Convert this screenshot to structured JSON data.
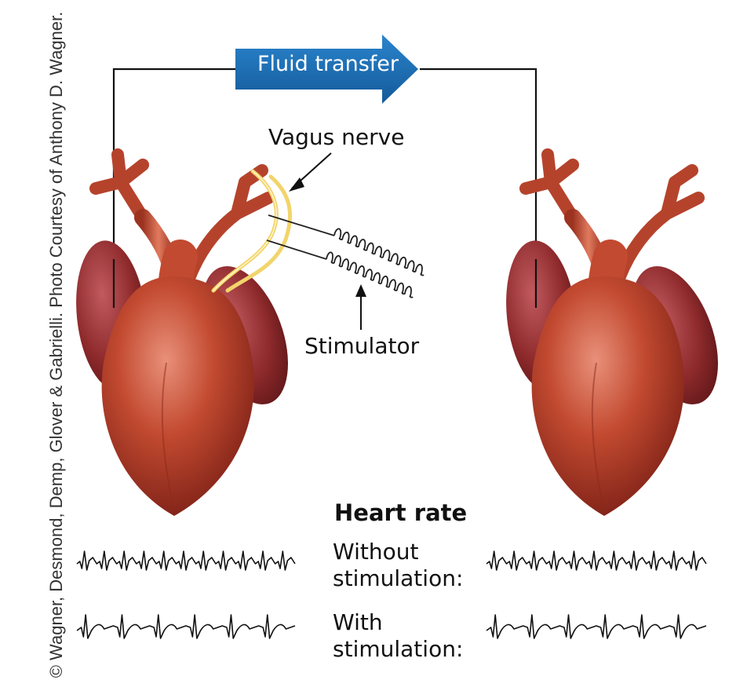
{
  "credit": "© Wagner, Desmond, Demp, Glover & Gabrielli. Photo Courtesy of Anthony D. Wagner.",
  "arrow_label": "Fluid transfer",
  "vagus_label": "Vagus nerve",
  "stimulator_label": "Stimulator",
  "heart_rate_title": "Heart rate",
  "conditions": [
    {
      "line1": "Without",
      "line2": "stimulation:"
    },
    {
      "line1": "With",
      "line2": "stimulation:"
    }
  ],
  "colors": {
    "arrow": "#1a6fb8",
    "heart": "#b8402a",
    "heart_dark": "#7a1f16",
    "atrium": "#8e2a2c",
    "nerve": "#f2d46b"
  },
  "icons": [
    "heart-left-illustration",
    "heart-right-illustration",
    "stimulator-coil-icon",
    "ecg-trace"
  ]
}
